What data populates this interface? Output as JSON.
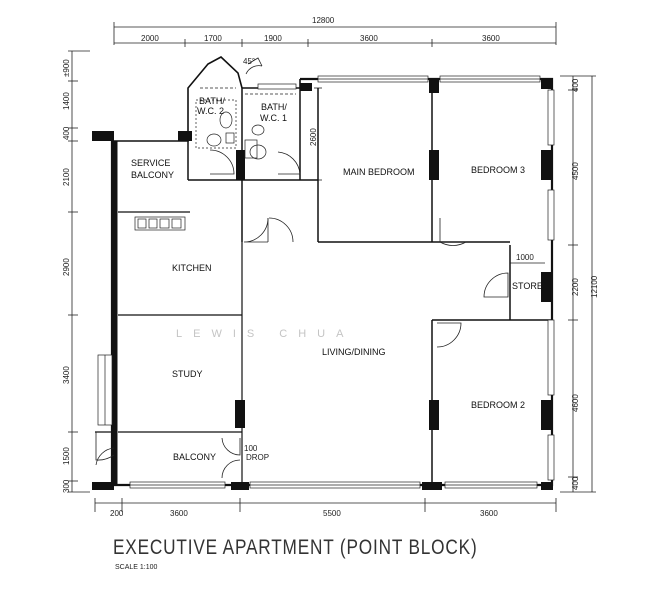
{
  "title": "EXECUTIVE APARTMENT (POINT BLOCK)",
  "scale": "SCALE 1:100",
  "watermark": "LEWIS CHUA",
  "rooms": {
    "bath2": [
      "BATH/",
      "W.C. 2"
    ],
    "bath1": [
      "BATH/",
      "W.C. 1"
    ],
    "service_balcony": [
      "SERVICE",
      "BALCONY"
    ],
    "main_bedroom": "MAIN BEDROOM",
    "bedroom3": "BEDROOM 3",
    "kitchen": "KITCHEN",
    "store": "STORE",
    "living_dining": "LIVING/DINING",
    "study": "STUDY",
    "bedroom2": "BEDROOM 2",
    "balcony": "BALCONY"
  },
  "dimensions": {
    "top_total": "12800",
    "top": [
      "2000",
      "1700",
      "1900",
      "3600",
      "3600"
    ],
    "angle": "45°",
    "left": [
      "±900",
      "1400",
      "400",
      "2100",
      "2900",
      "3400",
      "1500",
      "300"
    ],
    "right": [
      "400",
      "4500",
      "2200",
      "4600",
      "400"
    ],
    "right_total": "12100",
    "bottom": [
      "200",
      "3600",
      "5500",
      "3600"
    ],
    "inner_bath": "2600",
    "inner_store": "1000",
    "drop": [
      "100",
      "DROP"
    ]
  }
}
